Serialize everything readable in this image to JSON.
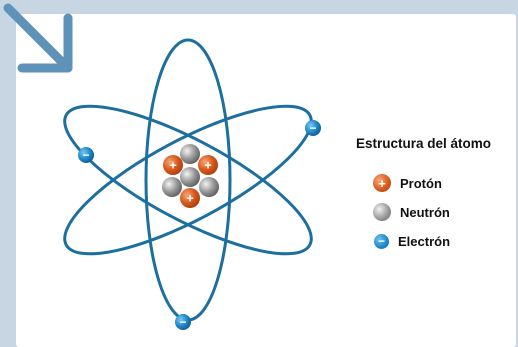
{
  "legend": {
    "title": "Estructura del átomo",
    "items": [
      {
        "label": "Protón",
        "symbol": "+",
        "color": "#d95a1c"
      },
      {
        "label": "Neutrón",
        "symbol": "",
        "color": "#9a9a9a"
      },
      {
        "label": "Electrón",
        "symbol": "−",
        "color": "#1a86c8"
      }
    ]
  },
  "nucleus": {
    "protons": 3,
    "neutrons": 4
  },
  "electrons": {
    "count": 3,
    "symbol": "−"
  },
  "colors": {
    "background": "#c7d6e2",
    "card": "#ffffff",
    "orbit": "#1c6f9e",
    "arrow": "#5f92b8"
  }
}
